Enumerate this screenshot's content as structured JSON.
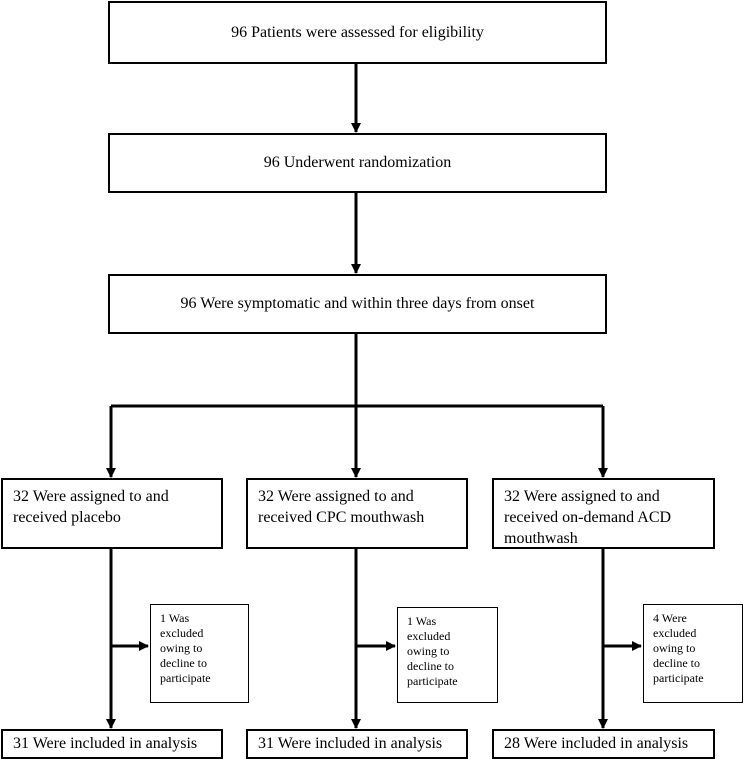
{
  "flow": {
    "eligibility": "96 Patients were assessed for eligibility",
    "randomization": "96 Underwent randomization",
    "symptomatic": "96 Were symptomatic and within three days from onset"
  },
  "arms": [
    {
      "assigned": [
        "32 Were assigned to and",
        "received placebo"
      ],
      "excluded": [
        "1 Was",
        "excluded",
        "owing to",
        "decline to",
        "participate"
      ],
      "analysis": "31 Were included in analysis"
    },
    {
      "assigned": [
        "32 Were assigned to and",
        "received CPC mouthwash"
      ],
      "excluded": [
        "1 Was",
        "excluded",
        "owing to",
        "decline to",
        "participate"
      ],
      "analysis": "31 Were included in analysis"
    },
    {
      "assigned": [
        "32 Were assigned to and",
        "received on-demand ACD",
        "mouthwash"
      ],
      "excluded": [
        "4 Were",
        "excluded",
        "owing to",
        "decline to",
        "participate"
      ],
      "analysis": "28 Were included in analysis"
    }
  ],
  "colors": {
    "line": "#000000",
    "background": "#ffffff"
  }
}
